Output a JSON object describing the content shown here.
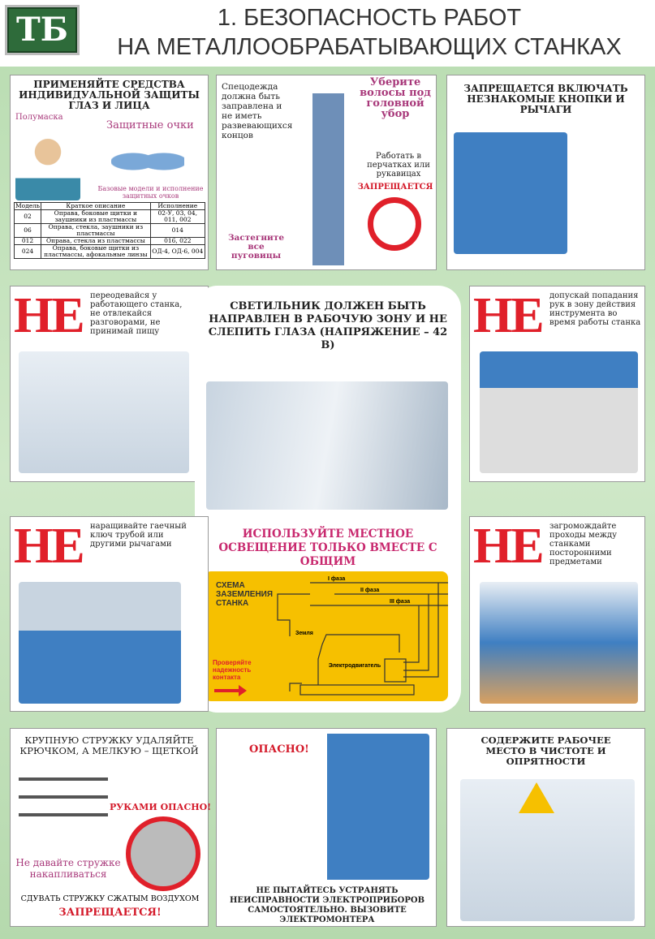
{
  "header": {
    "logo": "ТБ",
    "title_line1": "1. БЕЗОПАСНОСТЬ РАБОТ",
    "title_line2": "НА МЕТАЛЛООБРАБАТЫВАЮЩИХ СТАНКАХ"
  },
  "p1": {
    "title": "ПРИМЕНЯЙТЕ СРЕДСТВА ИНДИВИДУАЛЬНОЙ ЗАЩИТЫ ГЛАЗ И ЛИЦА",
    "label_mask": "Полумаска",
    "label_glasses": "Защитные очки",
    "table_caption": "Базовые модели и исполнение защитных очков",
    "headers": [
      "Модель",
      "Краткое описание",
      "Исполнение"
    ],
    "rows": [
      [
        "02",
        "Оправа, боковые щитки и заушники из пластмассы",
        "02-У, 03, 04, 011, 002"
      ],
      [
        "06",
        "Оправа, стекла, заушники из пластмассы",
        "014"
      ],
      [
        "012",
        "Оправа, стекла из пластмассы",
        "016, 022"
      ],
      [
        "024",
        "Оправа, боковые щитки из пластмассы, афокальные линзы",
        "ОД-4, ОД-6, 004"
      ]
    ]
  },
  "p2": {
    "text1": "Спецодежда должна быть заправлена и не иметь развевающихся концов",
    "text2": "Уберите волосы под головной убор",
    "text3": "Работать в перчатках или рукавицах",
    "text3_red": "ЗАПРЕЩАЕТСЯ",
    "text4": "Застегните все пуговицы"
  },
  "p3": {
    "title": "ЗАПРЕЩАЕТСЯ ВКЛЮЧАТЬ НЕЗНАКОМЫЕ КНОПКИ И РЫЧАГИ"
  },
  "ne": "НЕ",
  "p4": {
    "text": "переодевайся у работающего станка, не отвлекайся разговорами, не принимай пищу"
  },
  "p5": {
    "text": "допускай попадания рук в зону действия инструмента во время работы станка"
  },
  "p6": {
    "text": "наращивайте гаечный ключ трубой или другими рычагами"
  },
  "p7": {
    "text": "загромождайте проходы между станками посторонними предметами"
  },
  "center": {
    "title": "СВЕТИЛЬНИК ДОЛЖЕН БЫТЬ НАПРАВЛЕН В РАБОЧУЮ ЗОНУ И НЕ СЛЕПИТЬ ГЛАЗА (НАПРЯЖЕНИЕ – 42 В)",
    "subtitle": "ИСПОЛЬЗУЙТЕ МЕСТНОЕ ОСВЕЩЕНИЕ ТОЛЬКО ВМЕСТЕ С ОБЩИМ",
    "scheme": {
      "title": "СХЕМА ЗАЗЕМЛЕНИЯ СТАНКА",
      "phase1": "I фаза",
      "phase2": "II фаза",
      "phase3": "III фаза",
      "ground": "Земля",
      "motor": "Электродвигатель",
      "check": "Проверяйте надежность контакта"
    }
  },
  "p8": {
    "title": "КРУПНУЮ СТРУЖКУ УДАЛЯЙТЕ КРЮЧКОМ, А МЕЛКУЮ – ЩЕТКОЙ",
    "hands": "РУКАМИ ОПАСНО!",
    "accum": "Не давайте стружке накапливаться",
    "air": "СДУВАТЬ СТРУЖКУ СЖАТЫМ ВОЗДУХОМ",
    "forbidden": "ЗАПРЕЩАЕТСЯ!"
  },
  "p9": {
    "danger": "ОПАСНО!",
    "text": "НЕ ПЫТАЙТЕСЬ УСТРАНЯТЬ НЕИСПРАВНОСТИ ЭЛЕКТРОПРИБОРОВ САМОСТОЯТЕЛЬНО. ВЫЗОВИТЕ ЭЛЕКТРОМОНТЕРА"
  },
  "p10": {
    "title": "СОДЕРЖИТЕ РАБОЧЕЕ МЕСТО В ЧИСТОТЕ И ОПРЯТНОСТИ"
  }
}
